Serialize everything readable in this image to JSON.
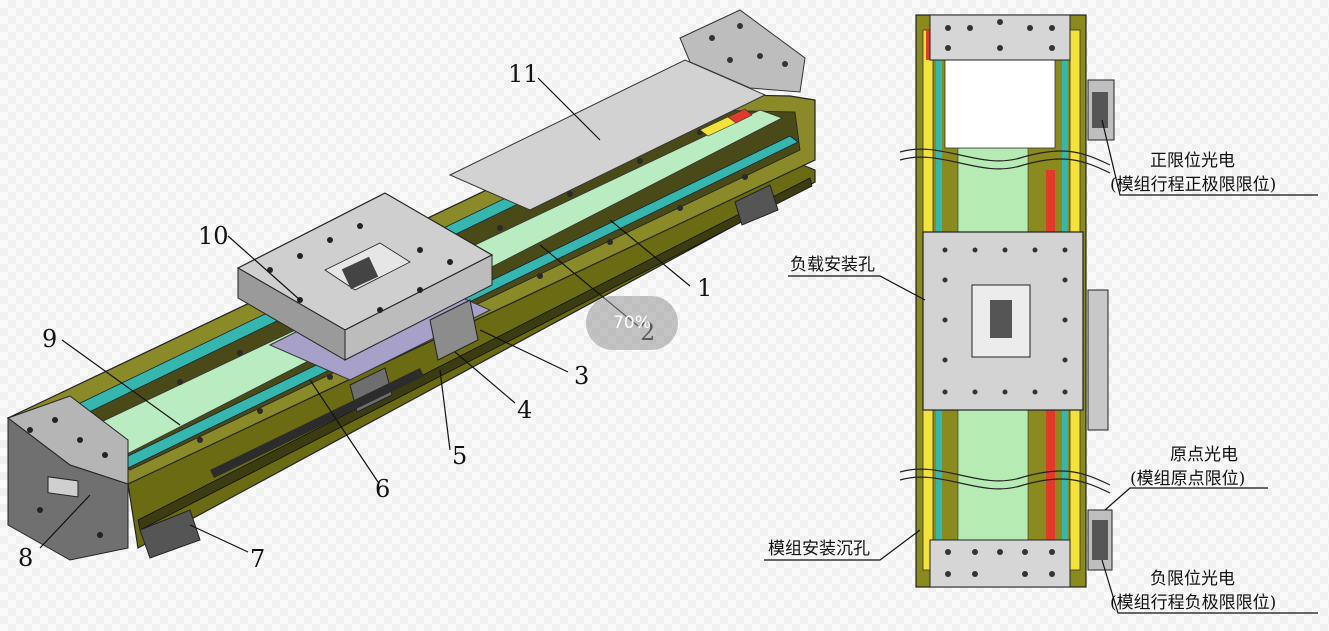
{
  "callouts": [
    "1",
    "2",
    "3",
    "4",
    "5",
    "6",
    "7",
    "8",
    "9",
    "10",
    "11"
  ],
  "labels": {
    "pos_limit_title": "正限位光电",
    "pos_limit_sub": "(模组行程正极限限位)",
    "load_mount": "负载安装孔",
    "origin_title": "原点光电",
    "origin_sub": "(模组原点限位)",
    "module_mount": "模组安装沉孔",
    "neg_limit_title": "负限位光电",
    "neg_limit_sub": "(模组行程负极限限位)"
  },
  "overlay": {
    "zoom": "70%"
  },
  "colors": {
    "housing": "#7a7a1a",
    "rail": "#35b7b0",
    "belt_cover": "#b9ecc0",
    "plate": "#c9c9c9",
    "frame_yellow": "#f2e23b",
    "frame_red": "#e03a2a",
    "green_panel": "#b6ecb4"
  }
}
